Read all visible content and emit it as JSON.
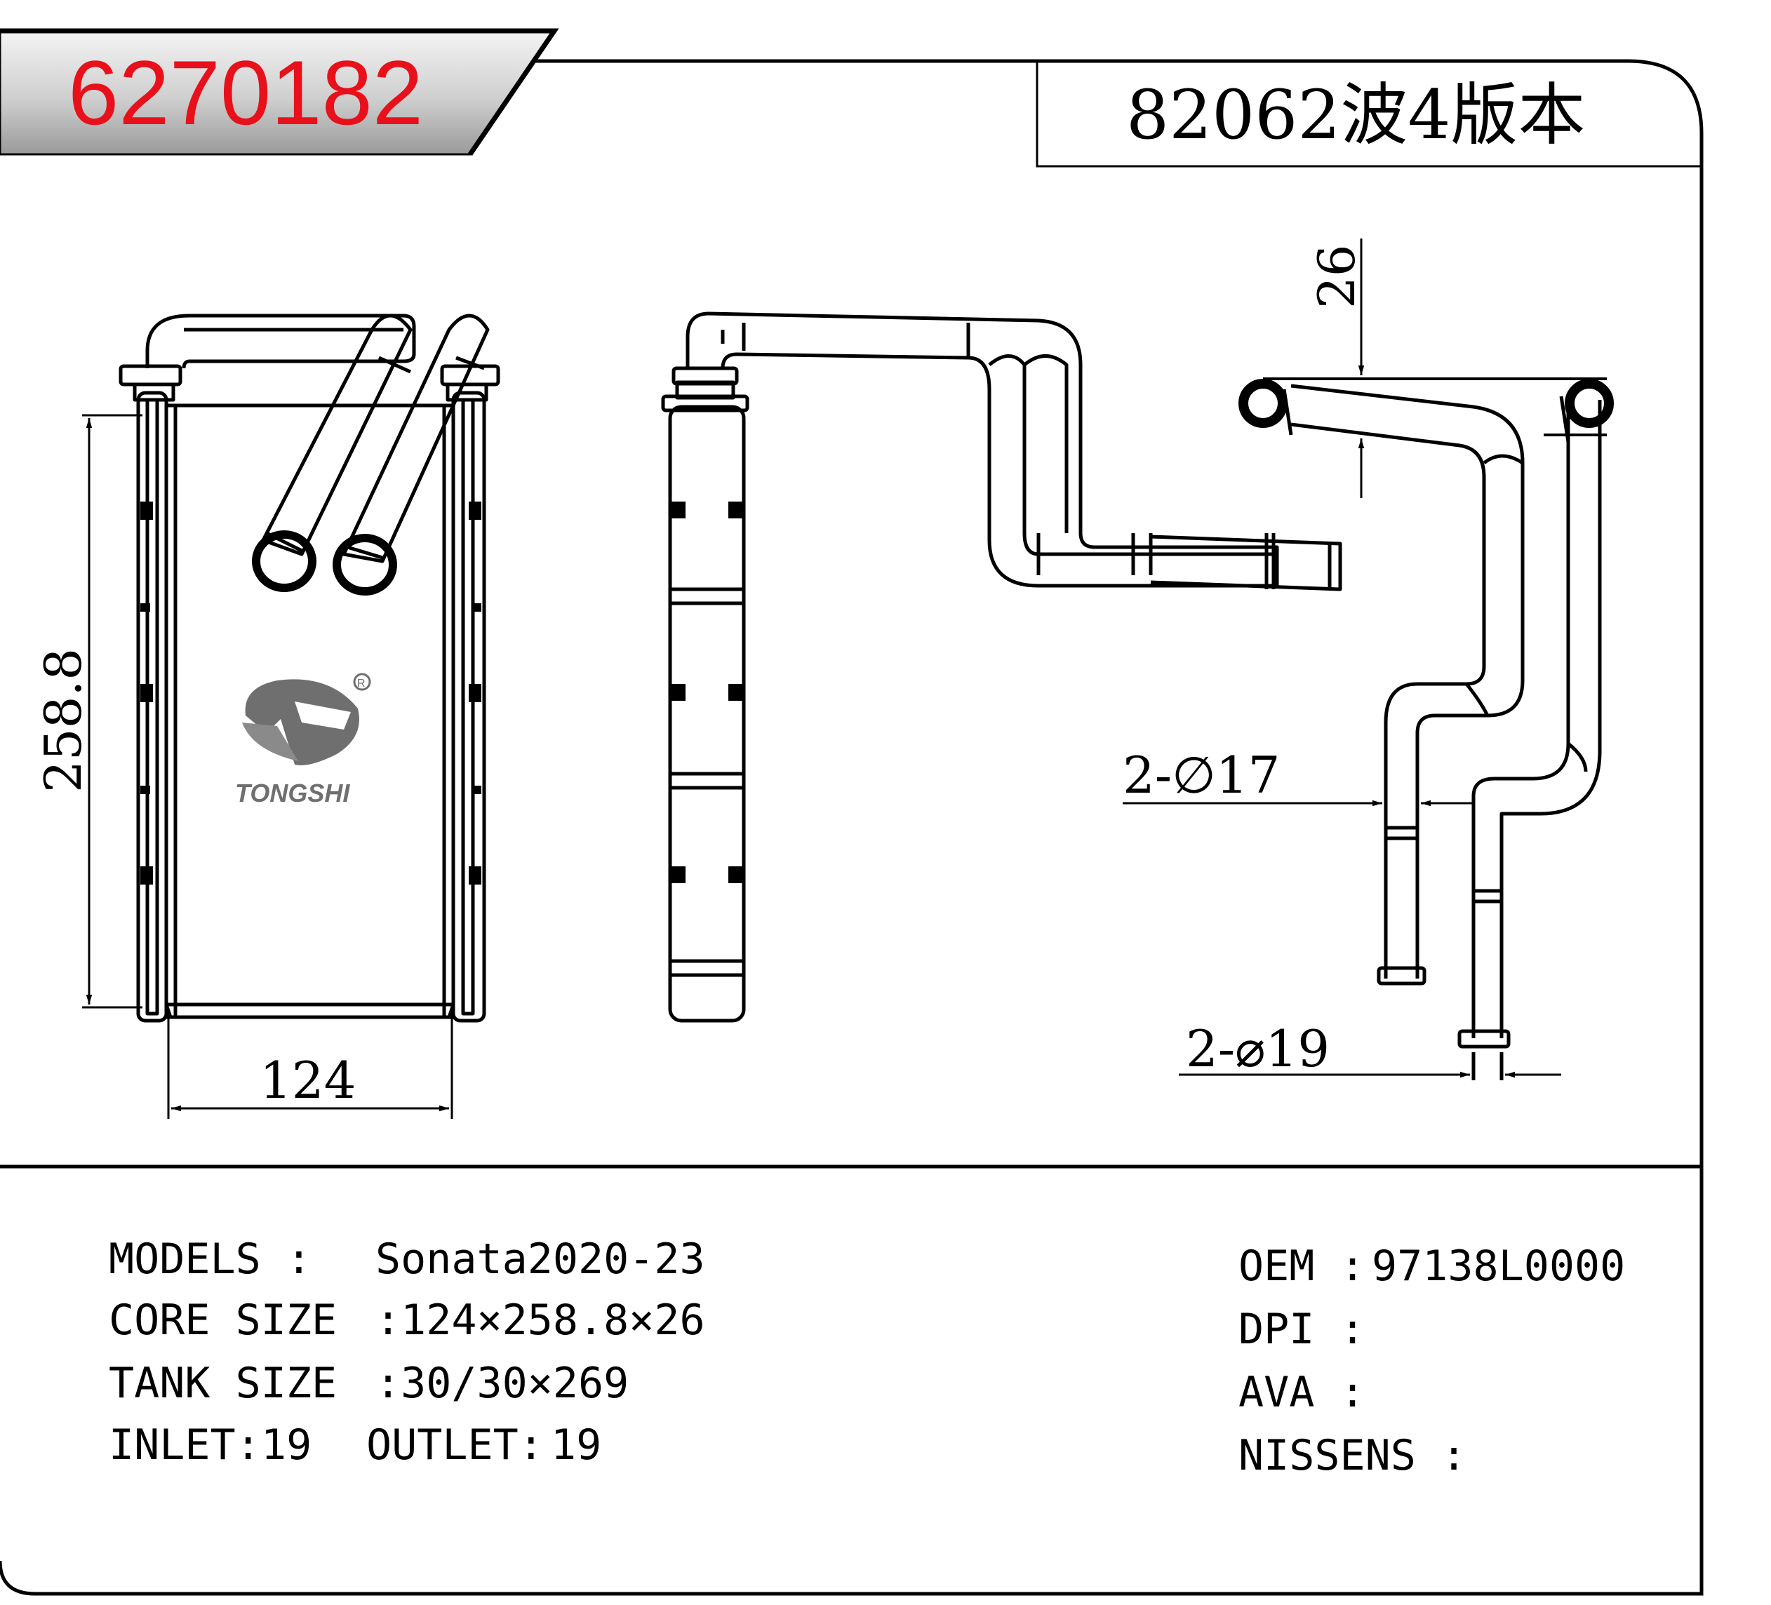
{
  "header": {
    "part_number": "6270182",
    "version_note": "82062波4版本",
    "part_number_color": "#e8101a"
  },
  "dimensions": {
    "height": "258.8",
    "width": "124",
    "thickness": "26",
    "pipe_a": "2-∅17",
    "pipe_b": "2-⌀19"
  },
  "logo": {
    "brand": "TONGSHI",
    "registered": "R"
  },
  "specs": {
    "models_label": "MODELS :",
    "models_value": "Sonata2020-23",
    "core_label": "CORE SIZE",
    "core_value": ":124×258.8×26",
    "tank_label": "TANK SIZE",
    "tank_value": ":30/30×269",
    "inlet_label": "INLET:",
    "inlet_value": "19",
    "outlet_label": "OUTLET:",
    "outlet_value": "19",
    "oem_label": "OEM :",
    "oem_value": "97138L0000",
    "dpi_label": "DPI :",
    "dpi_value": "",
    "ava_label": "AVA :",
    "ava_value": "",
    "nissens_label": "NISSENS :",
    "nissens_value": ""
  }
}
